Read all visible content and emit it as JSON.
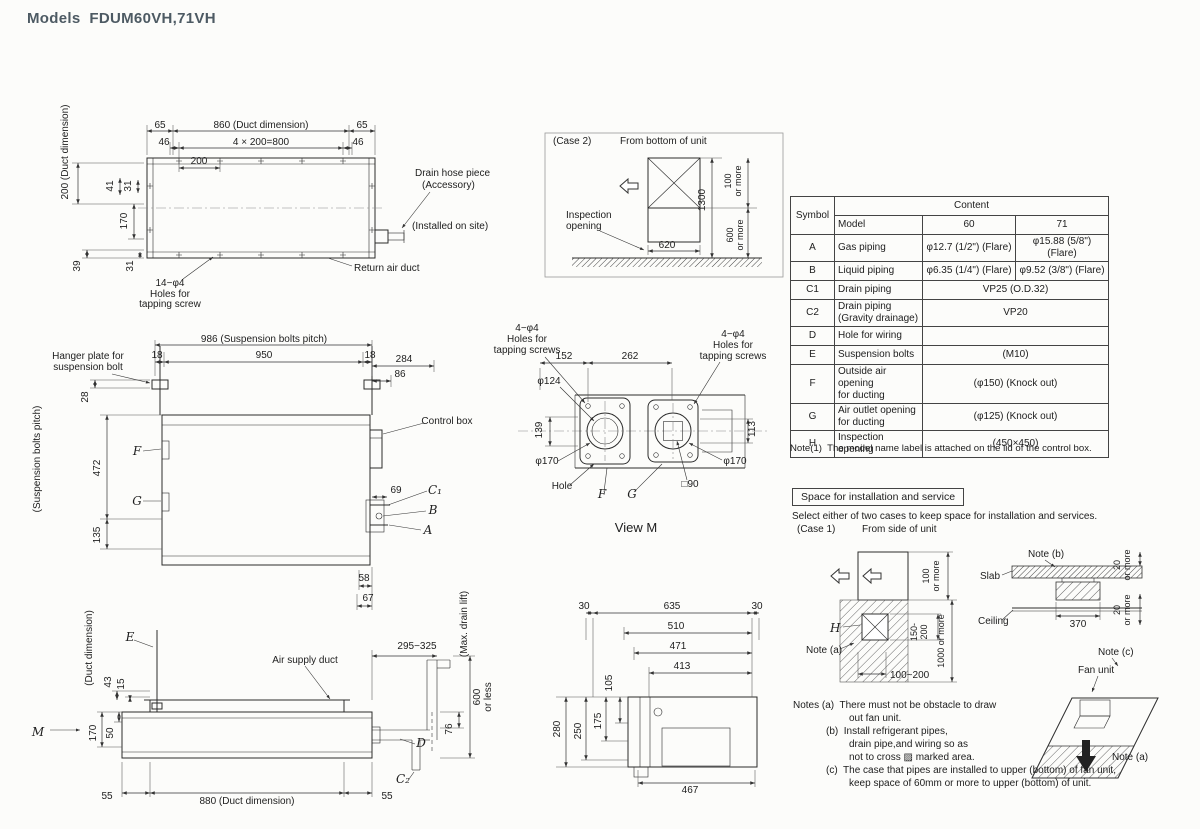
{
  "title": "Models  FDUM60VH,71VH",
  "top_view": {
    "duct_dim_v": "200 (Duct dimension)",
    "d65l": "65",
    "d860": "860 (Duct dimension)",
    "d65r": "65",
    "d46l": "46",
    "d800": "4 × 200=800",
    "d46r": "46",
    "d200": "200",
    "d41": "41",
    "d31a": "31",
    "d170": "170",
    "d39": "39",
    "d31b": "31",
    "holes14": "14−φ4",
    "holes_l1": "Holes for",
    "holes_l2": "tapping screw",
    "return_duct": "Return air duct",
    "drain1": "Drain hose piece",
    "drain2": "(Accessory)",
    "installed": "(Installed on site)"
  },
  "front_view": {
    "d986": "986 (Suspension bolts pitch)",
    "d18l": "18",
    "d950": "950",
    "d18r": "18",
    "d284": "284",
    "d86": "86",
    "hanger1": "Hanger plate for",
    "hanger2": "suspension bolt",
    "d28": "28",
    "d472": "472",
    "d135": "135",
    "susp_pitch": "(Suspension bolts pitch)",
    "F": "F",
    "G": "G",
    "control_box": "Control box",
    "d69": "69",
    "C1": "C₁",
    "B": "B",
    "A": "A",
    "d58": "58",
    "d67": "67"
  },
  "side_view": {
    "E": "E",
    "M": "M",
    "duct_dim": "(Duct dimension)",
    "d43": "43",
    "d15": "15",
    "d170": "170",
    "d50": "50",
    "air_supply": "Air supply duct",
    "d295": "295−325",
    "D": "D",
    "C2": "C₂",
    "d76": "76",
    "d600a": "600",
    "d600b": "or less",
    "max_drain": "(Max. drain lift)",
    "d55l": "55",
    "d880": "880 (Duct dimension)",
    "d55r": "55"
  },
  "view_m": {
    "holes_a1": "4−φ4",
    "holes_a2": "Holes for",
    "holes_a3": "tapping screws",
    "holes_b1": "4−φ4",
    "holes_b2": "Holes for",
    "holes_b3": "tapping screws",
    "d152": "152",
    "d262": "262",
    "d124": "φ124",
    "d139": "139",
    "d170l": "φ170",
    "hole": "Hole",
    "F": "F",
    "G": "G",
    "sq90": "□90",
    "d170r": "φ170",
    "d113": "113",
    "caption": "View M"
  },
  "bottom_view": {
    "d30l": "30",
    "d635": "635",
    "d30r": "30",
    "d510": "510",
    "d471": "471",
    "d413": "413",
    "d105": "105",
    "d280": "280",
    "d250": "250",
    "d175": "175",
    "d467": "467"
  },
  "case2": {
    "label": "(Case 2)",
    "title": "From bottom of unit",
    "insp1": "Inspection",
    "insp2": "opening",
    "d620": "620",
    "d1300": "1300",
    "d100a": "100",
    "d100b": "or more",
    "d600a": "600",
    "d600b": "or more"
  },
  "table": {
    "symbol": "Symbol",
    "content": "Content",
    "model": "Model",
    "m60": "60",
    "m71": "71",
    "rows": [
      {
        "s": "A",
        "label1": "Gas piping",
        "v60": "φ12.7 (1/2\") (Flare)",
        "v71": "φ15.88 (5/8\") (Flare)"
      },
      {
        "s": "B",
        "label1": "Liquid piping",
        "v60": "φ6.35 (1/4\") (Flare)",
        "v71": "φ9.52 (3/8\") (Flare)"
      },
      {
        "s": "C1",
        "label1": "Drain piping",
        "span": "VP25 (O.D.32)"
      },
      {
        "s": "C2",
        "label1": "Drain piping",
        "label2": "(Gravity drainage)",
        "span": "VP20"
      },
      {
        "s": "D",
        "label1": "Hole for wiring",
        "span": ""
      },
      {
        "s": "E",
        "label1": "Suspension bolts",
        "span": "(M10)"
      },
      {
        "s": "F",
        "label1": "Outside air opening",
        "label2": "for ducting",
        "span": "(φ150) (Knock out)"
      },
      {
        "s": "G",
        "label1": "Air outlet opening",
        "label2": "for ducting",
        "span": "(φ125) (Knock out)"
      },
      {
        "s": "H",
        "label1": "Inspection opening",
        "span": "(450×450)"
      }
    ],
    "note": "Note(1)  The model name label is attached on the lid of the control box."
  },
  "install": {
    "box_title": "Space for installation and service",
    "intro": "Select either of two cases to keep space for installation and services.",
    "case1": "(Case 1)",
    "case1_title": "From side of unit",
    "note_b": "Note (b)",
    "slab": "Slab",
    "ceiling": "Ceiling",
    "d370": "370",
    "d20a1": "20",
    "d20a2": "or more",
    "d20b1": "20",
    "d20b2": "or more",
    "d100a1": "100",
    "d100a2": "or more",
    "d150": "150-",
    "d200": "200",
    "d1000": "1000 or more",
    "H": "H",
    "note_a": "Note (a)",
    "d100_200": "100~200",
    "note_c": "Note (c)",
    "fan_unit": "Fan unit",
    "note_a2": "Note (a)",
    "n1": "Notes (a)  There must not be obstacle to draw",
    "n2": "out fan unit.",
    "n3": "(b)  Install refrigerant pipes,",
    "n4": "drain pipe,and wiring so as",
    "n5": "not to cross ▨ marked area.",
    "n6": "(c)  The case that pipes are installed to upper (bottom) of fan unit,",
    "n7": "keep space of 60mm or more to upper (bottom) of unit."
  }
}
